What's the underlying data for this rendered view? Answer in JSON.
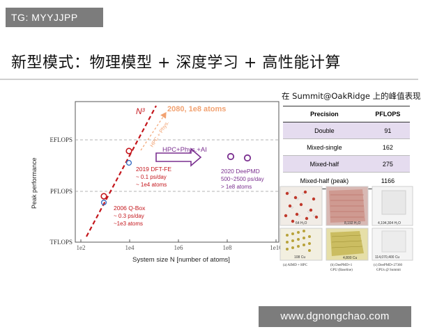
{
  "header": {
    "tag": "TG: MYYJJPP"
  },
  "slide": {
    "title": "新型模式：物理模型 + 深度学习 + 高性能计算"
  },
  "chart": {
    "ylabel": "Peak performance",
    "xlabel": "System size N [number of atoms]",
    "y_ticks": [
      "EFLOPS",
      "PFLOPS",
      "TFLOPS"
    ],
    "x_ticks": [
      "1e2",
      "1e4",
      "1e6",
      "1e8",
      "1e10"
    ],
    "n3_label": "N³",
    "hpc_phys_label": "HPC + Phys.",
    "arrow_label": "HPC+Phys.+AI",
    "target_label": "2080, 1e8 atoms",
    "ann_2006_title": "2006 Q-Box",
    "ann_2006_speed": "~ 0.3 ps/day",
    "ann_2006_size": "~1e3 atoms",
    "ann_2019_title": "2019 DFT-FE",
    "ann_2019_speed": "~ 0.1 ps/day",
    "ann_2019_size": "~ 1e4 atoms",
    "ann_2020_title": "2020 DeePMD",
    "ann_2020_speed": "500~2500 ps/day",
    "ann_2020_size": "> 1e8 atoms"
  },
  "perf_table": {
    "title": "在 Summit@OakRidge 上的峰值表现",
    "headers": [
      "Precision",
      "PFLOPS"
    ],
    "rows": [
      {
        "precision": "Double",
        "pflops": "91"
      },
      {
        "precision": "Mixed-single",
        "pflops": "162"
      },
      {
        "precision": "Mixed-half",
        "pflops": "275"
      },
      {
        "precision": "Mixed-half (peak)",
        "pflops": "1166"
      }
    ]
  },
  "renders": {
    "label_a1": "64 H₂O",
    "label_a2": "8,192 H₂O",
    "label_a3": "4,194,304 H₂O",
    "label_b1": "108 Cu",
    "label_b2": "4,800 Cu",
    "label_b3": "114,070,400 Cu",
    "cap_a": "(a) AIMD + HPC",
    "cap_b1": "(b) DeePMD+1",
    "cap_b2": "GPU (Baseline)",
    "cap_c1": "(c) DeePMD+27360",
    "cap_c2": "GPUs @ Summit"
  },
  "watermark": {
    "text": "www.dgnongchao.com"
  },
  "colors": {
    "red": "#c4161c",
    "blue": "#3a6fc4",
    "purple": "#7a2f8f",
    "orange": "#f2a271",
    "shade": "#e5dcef"
  }
}
